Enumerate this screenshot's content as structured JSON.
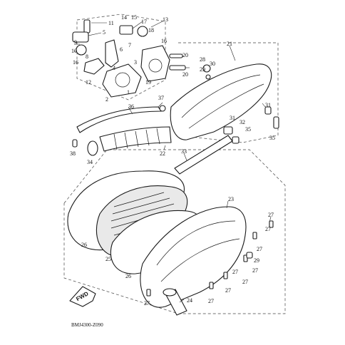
{
  "diagram_code": "BMJ4300-Z090",
  "fwd_label": "FWD",
  "callouts": [
    {
      "id": "c11",
      "text": "11"
    },
    {
      "id": "c5",
      "text": "5"
    },
    {
      "id": "c9",
      "text": "9"
    },
    {
      "id": "c10",
      "text": "10"
    },
    {
      "id": "c8",
      "text": "8"
    },
    {
      "id": "c16a",
      "text": "16"
    },
    {
      "id": "c6",
      "text": "6"
    },
    {
      "id": "c7",
      "text": "7"
    },
    {
      "id": "c4",
      "text": "4"
    },
    {
      "id": "c12",
      "text": "12"
    },
    {
      "id": "c3",
      "text": "3"
    },
    {
      "id": "c1",
      "text": "1"
    },
    {
      "id": "c2",
      "text": "2"
    },
    {
      "id": "c14",
      "text": "14"
    },
    {
      "id": "c15",
      "text": "15"
    },
    {
      "id": "c17",
      "text": "17"
    },
    {
      "id": "c13",
      "text": "13"
    },
    {
      "id": "c18",
      "text": "18"
    },
    {
      "id": "c16b",
      "text": "16"
    },
    {
      "id": "c19",
      "text": "19"
    },
    {
      "id": "c20a",
      "text": "20"
    },
    {
      "id": "c20b",
      "text": "20"
    },
    {
      "id": "c21",
      "text": "21"
    },
    {
      "id": "c28",
      "text": "28"
    },
    {
      "id": "c29",
      "text": "29"
    },
    {
      "id": "c30",
      "text": "30"
    },
    {
      "id": "c37",
      "text": "37"
    },
    {
      "id": "c36",
      "text": "36"
    },
    {
      "id": "c31a",
      "text": "31"
    },
    {
      "id": "c31b",
      "text": "31"
    },
    {
      "id": "c32",
      "text": "32"
    },
    {
      "id": "c35",
      "text": "35"
    },
    {
      "id": "c35b",
      "text": "35"
    },
    {
      "id": "c22",
      "text": "22"
    },
    {
      "id": "c33",
      "text": "33"
    },
    {
      "id": "c38",
      "text": "38"
    },
    {
      "id": "c34",
      "text": "34"
    },
    {
      "id": "c23",
      "text": "23"
    },
    {
      "id": "c27a",
      "text": "27"
    },
    {
      "id": "c27b",
      "text": "27"
    },
    {
      "id": "c27c",
      "text": "27"
    },
    {
      "id": "c27d",
      "text": "27"
    },
    {
      "id": "c27e",
      "text": "27"
    },
    {
      "id": "c27f",
      "text": "27"
    },
    {
      "id": "c27g",
      "text": "27"
    },
    {
      "id": "c27h",
      "text": "27"
    },
    {
      "id": "c29b",
      "text": "29"
    },
    {
      "id": "c26a",
      "text": "26"
    },
    {
      "id": "c25",
      "text": "25"
    },
    {
      "id": "c26b",
      "text": "26"
    },
    {
      "id": "c24",
      "text": "24"
    },
    {
      "id": "c27i",
      "text": "27"
    }
  ]
}
